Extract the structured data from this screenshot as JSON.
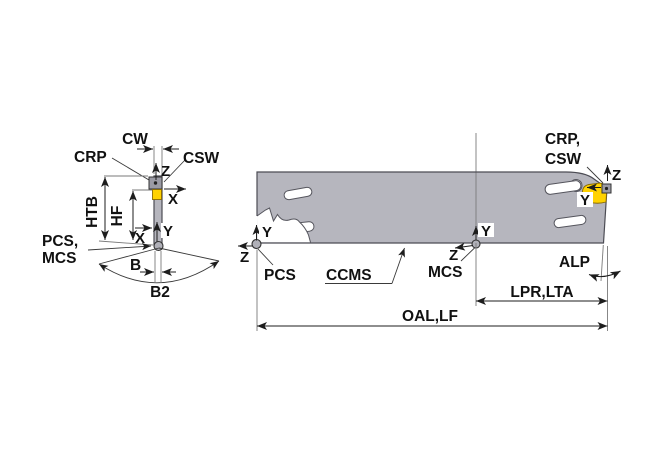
{
  "colors": {
    "body_gray": "#b6b6be",
    "outline": "#4c4c54",
    "insert_yellow": "#ffd200",
    "insert_outline": "#8a6a00",
    "marker_gray": "#9b9ba5",
    "line_dark": "#1d1d1d",
    "leader": "#3a3a3a",
    "slot_outline": "#55555d",
    "text": "#111111",
    "background": "#ffffff"
  },
  "front_view": {
    "cw": "CW",
    "crp": "CRP",
    "csw": "CSW",
    "z_top": "Z",
    "x_top": "X",
    "htb": "HTB",
    "hf": "HF",
    "y_origin": "Y",
    "x_origin": "X",
    "pcs_mcs_line1": "PCS,",
    "pcs_mcs_line2": "MCS",
    "b": "B",
    "b2": "B2"
  },
  "side_view": {
    "crp_csw_line1": "CRP,",
    "crp_csw_line2": "CSW",
    "z_tip": "Z",
    "y_tip": "Y",
    "y_pcs": "Y",
    "z_pcs": "Z",
    "pcs": "PCS",
    "ccms": "CCMS",
    "y_mcs": "Y",
    "z_mcs": "Z",
    "mcs": "MCS",
    "alp": "ALP",
    "lpr_lta": "LPR,LTA",
    "oal_lf": "OAL,LF"
  }
}
